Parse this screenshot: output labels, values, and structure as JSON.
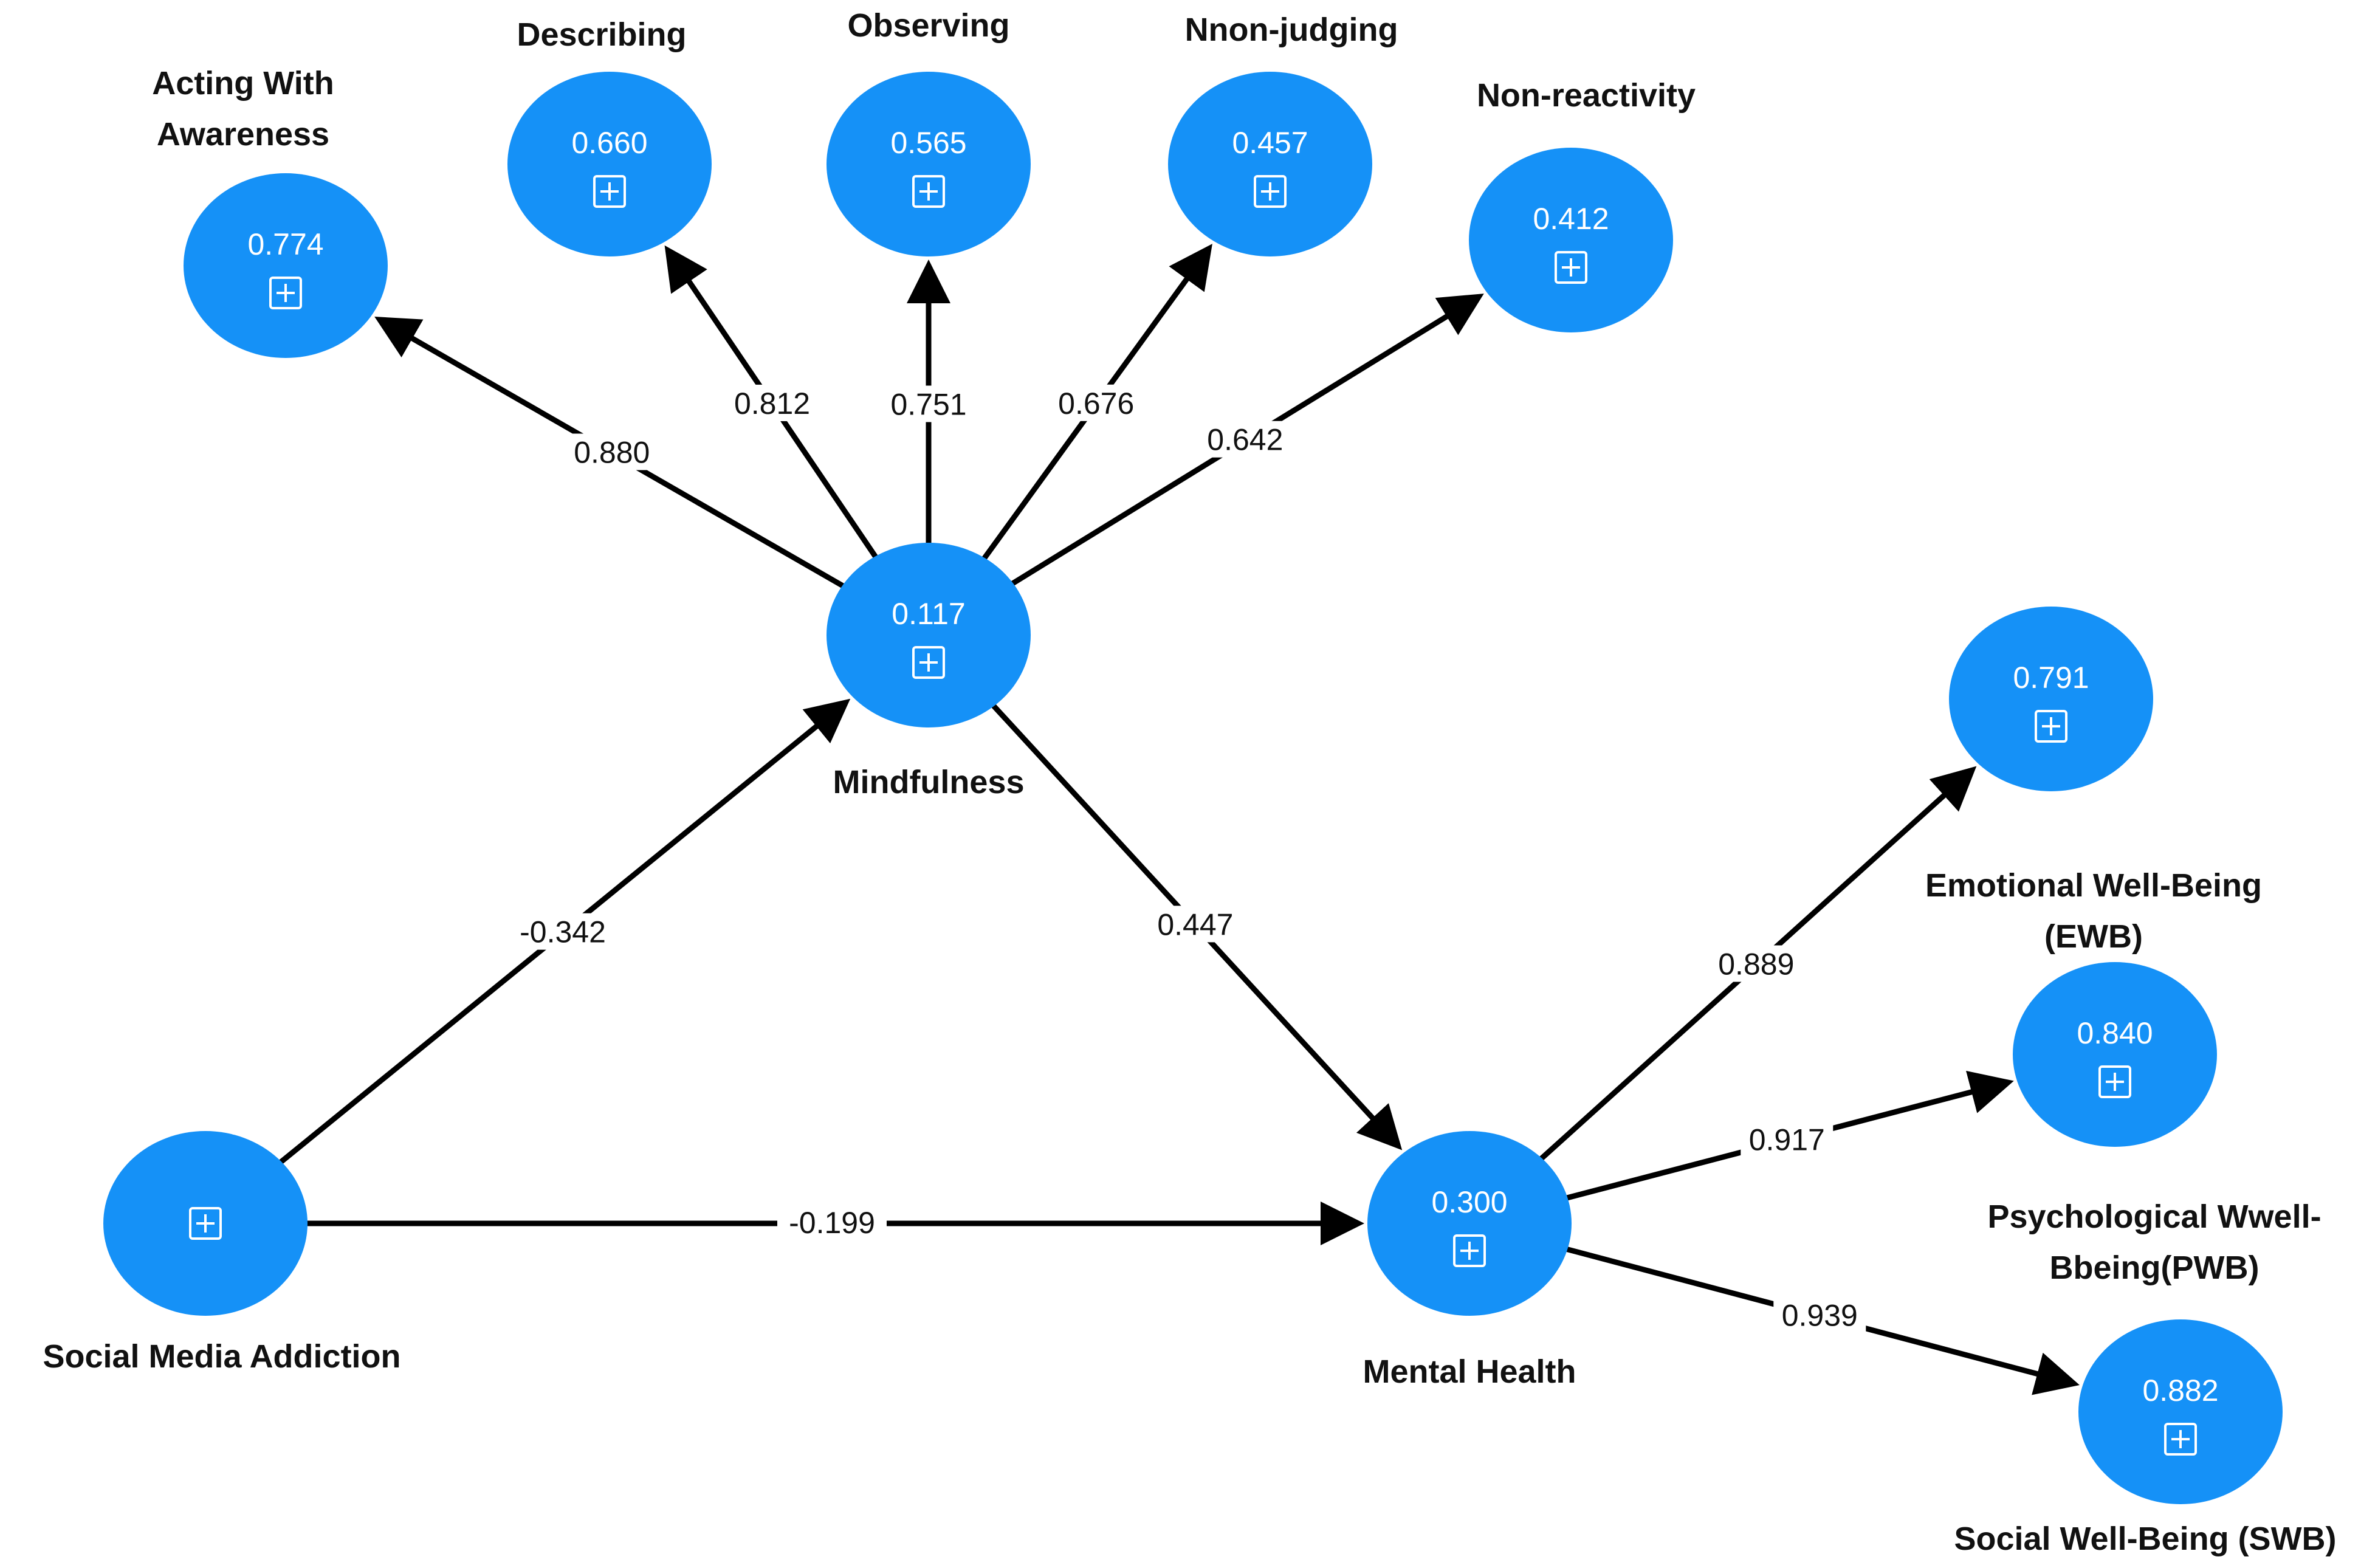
{
  "colors": {
    "node_fill": "#1591f7",
    "edge": "#000000",
    "label": "#111111",
    "value_text": "#ffffff"
  },
  "icons": {
    "expand": "expand-square-plus-icon"
  },
  "nodes": {
    "awa": {
      "value": "0.774",
      "label_lines": [
        "Acting With",
        "Awareness"
      ]
    },
    "des": {
      "value": "0.660",
      "label_lines": [
        "Describing"
      ]
    },
    "obs": {
      "value": "0.565",
      "label_lines": [
        "Observing"
      ]
    },
    "nonj": {
      "value": "0.457",
      "label_lines": [
        "Nnon-judging"
      ]
    },
    "nonr": {
      "value": "0.412",
      "label_lines": [
        "Non-reactivity"
      ]
    },
    "mind": {
      "value": "0.117",
      "label_lines": [
        "Mindfulness"
      ]
    },
    "sma": {
      "value": "",
      "label_lines": [
        "Social Media Addiction"
      ]
    },
    "mh": {
      "value": "0.300",
      "label_lines": [
        "Mental Health"
      ]
    },
    "ewb": {
      "value": "0.791",
      "label_lines": [
        "Emotional Well-Being",
        "(EWB)"
      ]
    },
    "pwb": {
      "value": "0.840",
      "label_lines": [
        "Psychological Wwell-",
        "Bbeing(PWB)"
      ]
    },
    "swb": {
      "value": "0.882",
      "label_lines": [
        "Social Well-Being (SWB)"
      ]
    }
  },
  "edges": [
    {
      "from": "mind",
      "to": "awa",
      "label": "0.880"
    },
    {
      "from": "mind",
      "to": "des",
      "label": "0.812"
    },
    {
      "from": "mind",
      "to": "obs",
      "label": "0.751"
    },
    {
      "from": "mind",
      "to": "nonj",
      "label": "0.676"
    },
    {
      "from": "mind",
      "to": "nonr",
      "label": "0.642"
    },
    {
      "from": "sma",
      "to": "mind",
      "label": "-0.342"
    },
    {
      "from": "mind",
      "to": "mh",
      "label": "0.447"
    },
    {
      "from": "sma",
      "to": "mh",
      "label": "-0.199"
    },
    {
      "from": "mh",
      "to": "ewb",
      "label": "0.889"
    },
    {
      "from": "mh",
      "to": "pwb",
      "label": "0.917"
    },
    {
      "from": "mh",
      "to": "swb",
      "label": "0.939"
    }
  ]
}
